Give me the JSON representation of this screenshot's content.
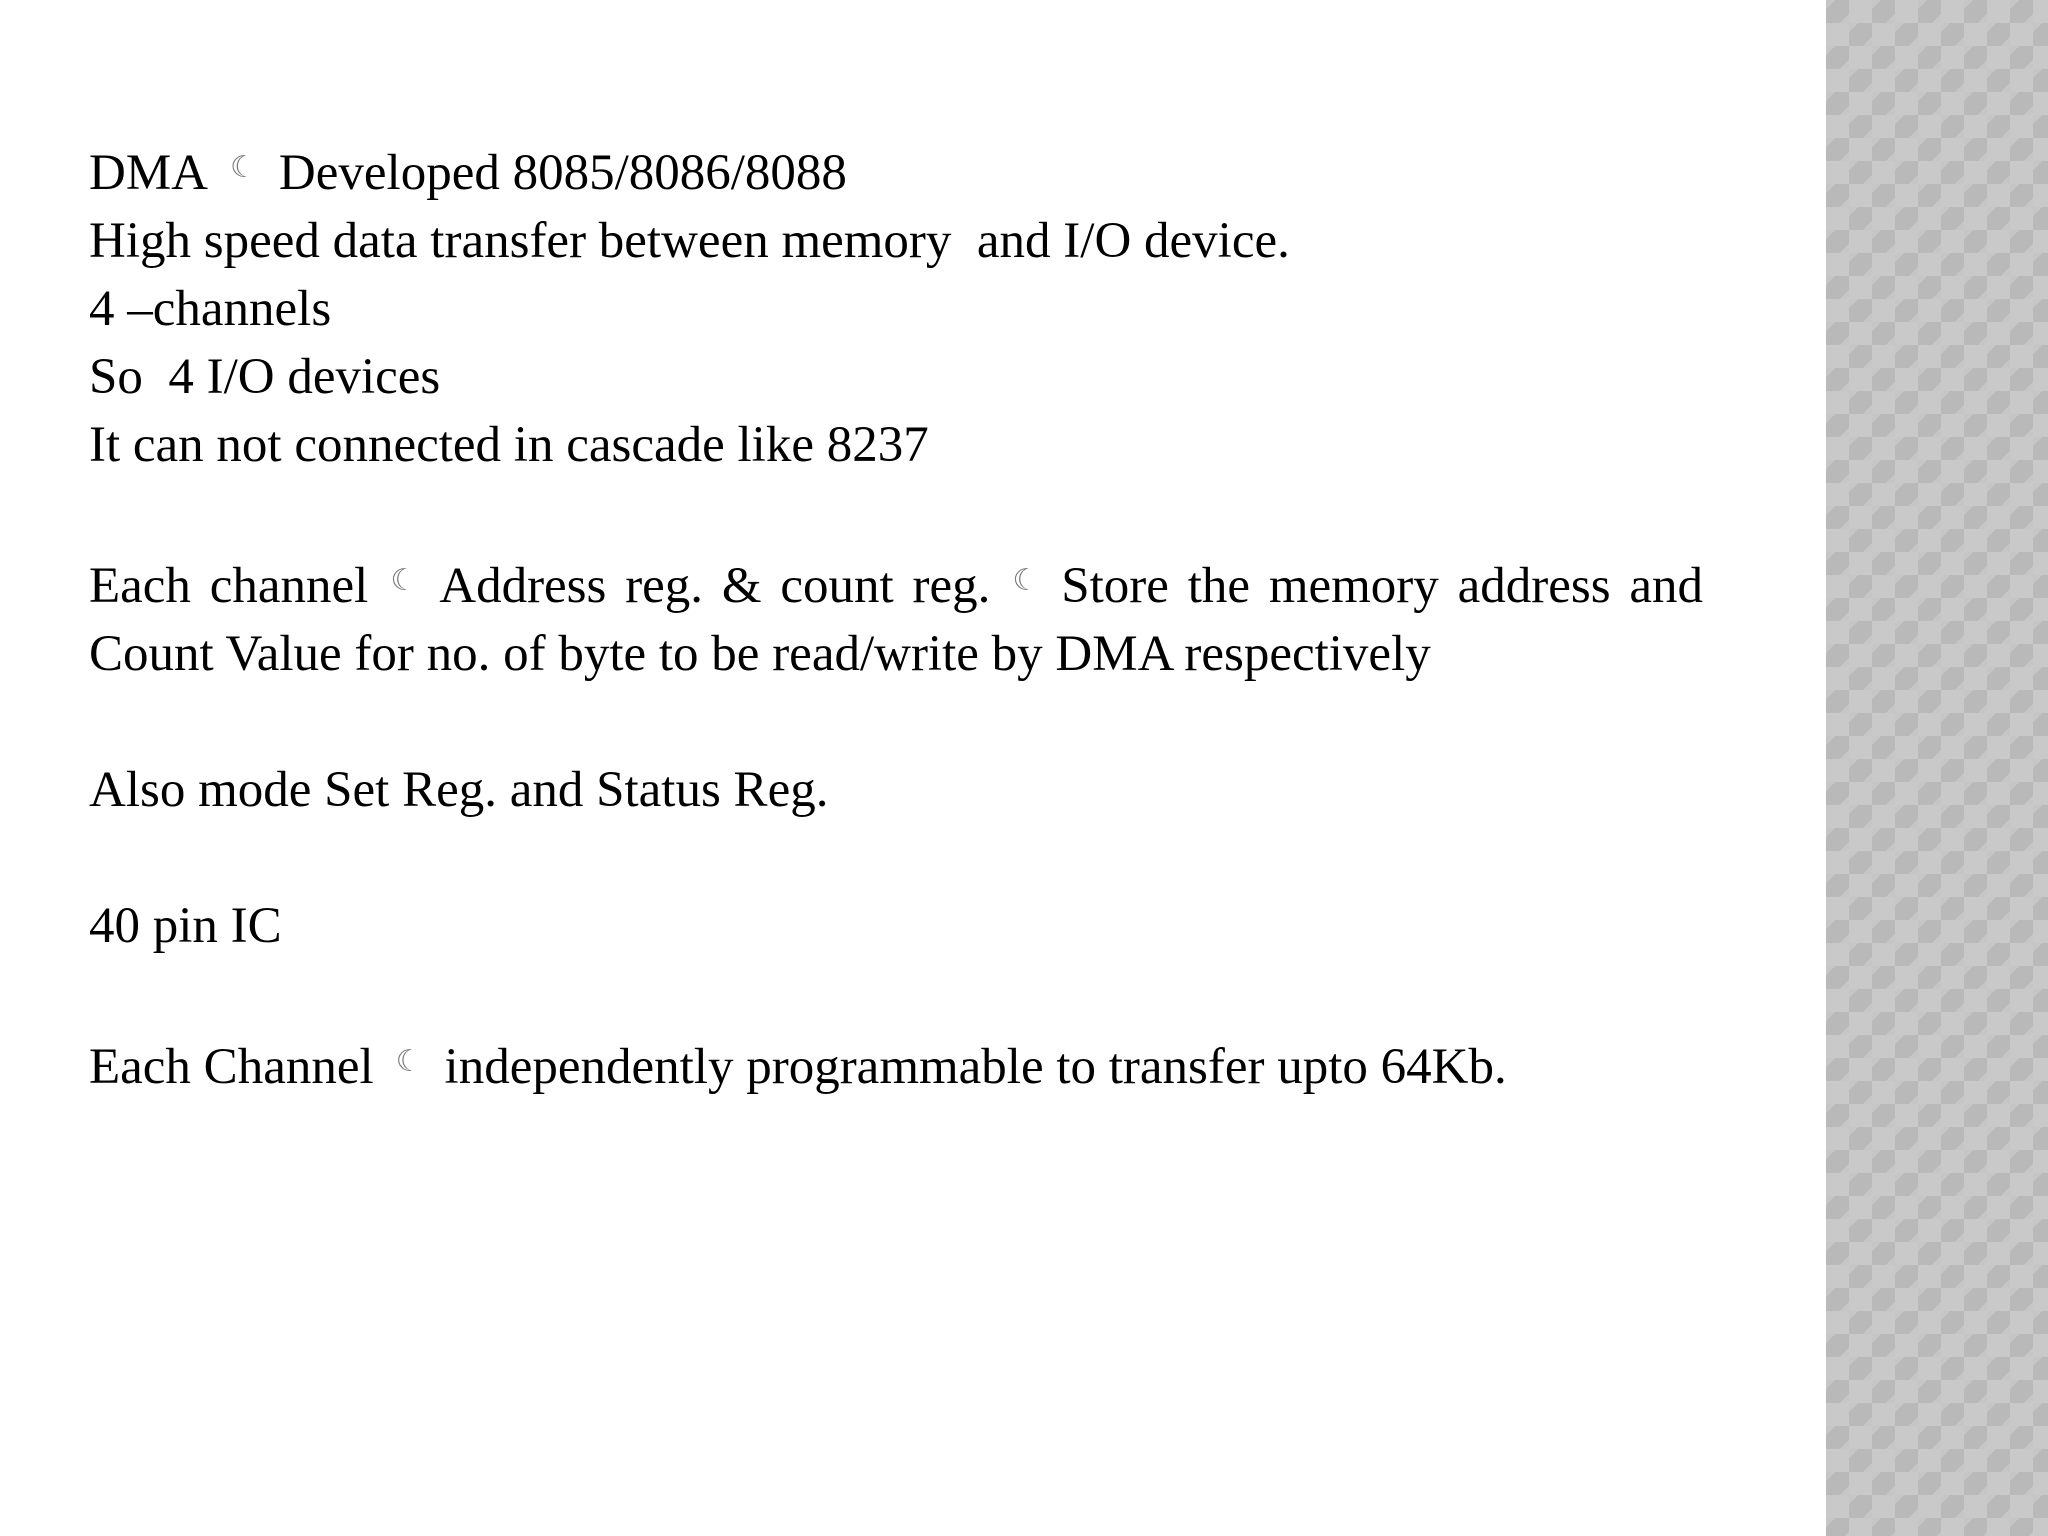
{
  "slide": {
    "arrow_glyph": "☾",
    "line1": {
      "a": "DMA",
      "b": "Developed 8085/8086/8088"
    },
    "line2": "High speed data transfer between memory  and I/O device.",
    "line3": "4 –channels",
    "line4": "So  4 I/O devices",
    "line5": "It can not connected in cascade like 8237",
    "para_channel": {
      "a": "Each channel",
      "b": "Address reg. & count reg.",
      "c": "Store the memory address and Count Value for no. of byte to be read/write by DMA respectively"
    },
    "line_mode": "Also mode Set Reg. and Status Reg.",
    "line_pins": "40 pin IC",
    "line_last": {
      "a": "Each Channel",
      "b": "independently programmable to transfer upto 64Kb."
    }
  }
}
